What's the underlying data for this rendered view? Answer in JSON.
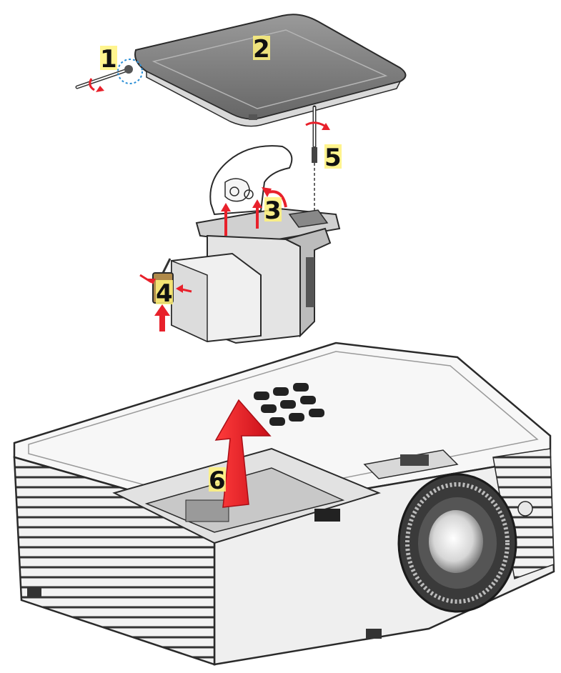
{
  "steps": [
    {
      "id": "1",
      "label": "1"
    },
    {
      "id": "2",
      "label": "2"
    },
    {
      "id": "3",
      "label": "3"
    },
    {
      "id": "4",
      "label": "4"
    },
    {
      "id": "5",
      "label": "5"
    },
    {
      "id": "6",
      "label": "6"
    }
  ],
  "colors": {
    "arrow": "#e8212b",
    "label_highlight": "#fff27a",
    "outline": "#2a2a2a",
    "cover_fill": "#7a7a7a",
    "body_fill": "#f4f4f4",
    "dashed_marker": "#2b8fd6"
  },
  "icons": [
    "screw-icon",
    "screwdriver-icon",
    "hand-icon",
    "lamp-module-icon",
    "projector-icon",
    "lift-arrow-icon"
  ]
}
